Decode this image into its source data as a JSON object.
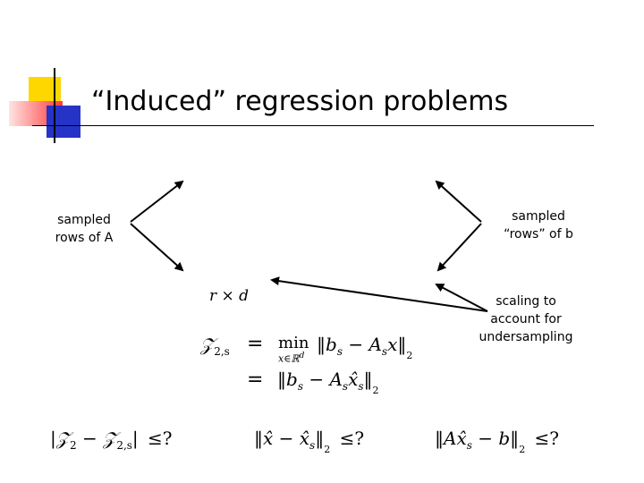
{
  "slide": {
    "title": "“Induced” regression problems",
    "callouts": {
      "left_line1": "sampled",
      "left_line2": "rows of A",
      "right_line1": "sampled",
      "right_line2": "“rows” of b",
      "scaling_line1": "scaling to",
      "scaling_line2": "account for",
      "scaling_line3": "undersampling"
    },
    "math": {
      "dims": "r × d",
      "z_symbol": "𝒵",
      "z_sub": "2,s",
      "eq1": "=",
      "min_op": "min",
      "min_sub": "x∈ℝ",
      "min_sup": "d",
      "norm_expr1": "‖b",
      "s_sub": "s",
      "minus": " − A",
      "x_var": "x",
      "norm_close": "‖",
      "norm_sub2": "2",
      "eq2": "=",
      "xhat": "x̂",
      "q_mark": "≤?",
      "bottom1_left": "|𝒵",
      "bottom1_sub2": "2",
      "bottom1_minus": " − 𝒵",
      "bottom1_sub2s": "2,s",
      "bottom1_right": "|",
      "bottom2_text": "‖x̂ − x̂",
      "bottom3_text": "‖Ax̂",
      "bottom3_mid": " − b‖"
    },
    "colors": {
      "logo_yellow": "#ffd700",
      "logo_blue": "#2633c7",
      "logo_red": "#ff3a3a",
      "title_rule": "#000000"
    }
  }
}
